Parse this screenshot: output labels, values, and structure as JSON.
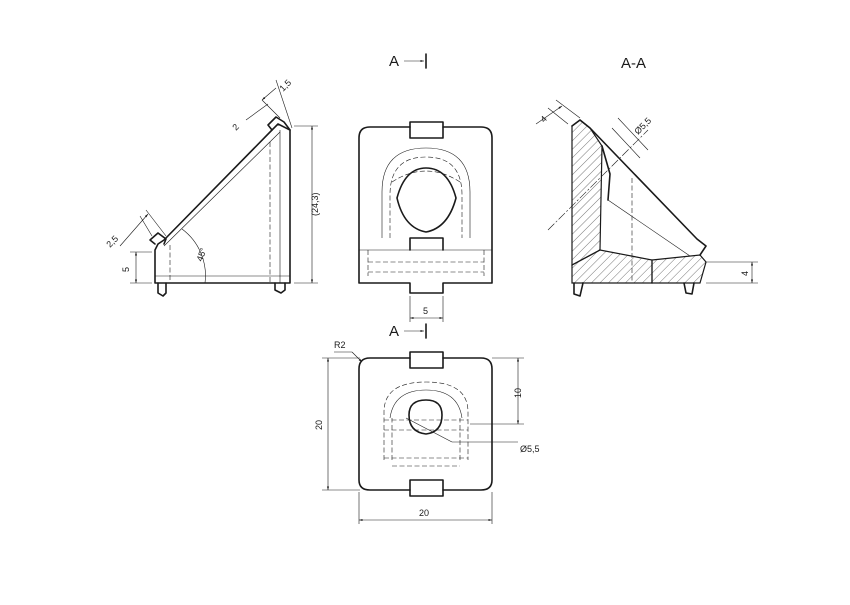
{
  "section_marks": {
    "top": "A",
    "bottom": "A"
  },
  "section_view_label": "A-A",
  "dims": {
    "left_1_5": "1,5",
    "left_2": "2",
    "left_2_5": "2,5",
    "left_5": "5",
    "left_24_3": "(24,3)",
    "left_45": "45°",
    "front_5": "5",
    "section_4_top": "4",
    "section_d55": "Ø5,5",
    "section_4_right": "4",
    "bottom_r2": "R2",
    "bottom_10": "10",
    "bottom_20_v": "20",
    "bottom_20_h": "20",
    "bottom_d55": "Ø5,5"
  },
  "colors": {
    "line": "#1a1a1a",
    "background": "#ffffff"
  }
}
